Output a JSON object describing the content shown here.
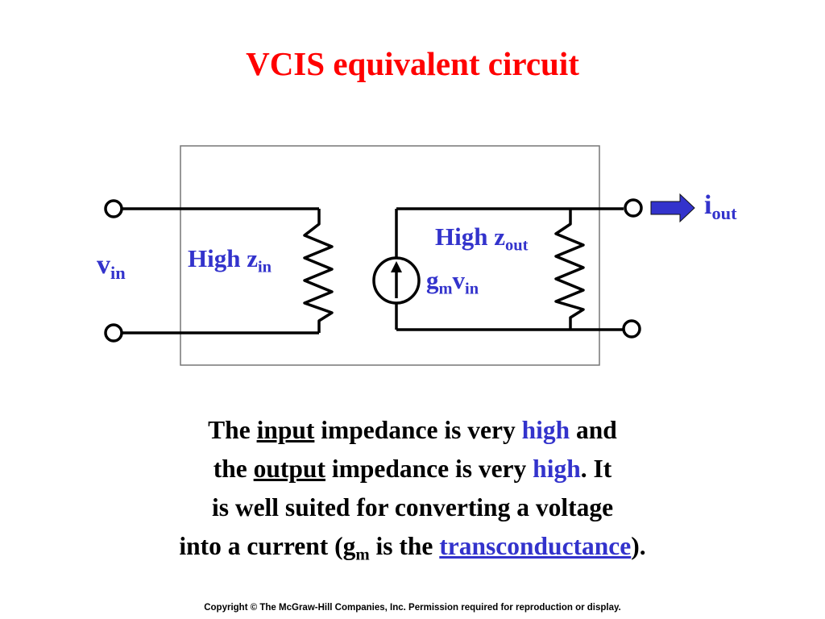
{
  "title": "VCIS equivalent circuit",
  "labels": {
    "vin_main": "v",
    "vin_sub": "in",
    "zin_main": "High z",
    "zin_sub": "in",
    "zout_main": "High z",
    "zout_sub": "out",
    "gm_main": "g",
    "gm_sub": "m",
    "gm_v": "v",
    "gm_v_sub": "in",
    "iout_main": "i",
    "iout_sub": "out"
  },
  "description": {
    "l1_a": "The ",
    "l1_b": "input",
    "l1_c": " impedance is very ",
    "l1_d": "high",
    "l1_e": " and",
    "l2_a": "the ",
    "l2_b": "output",
    "l2_c": " impedance is very ",
    "l2_d": "high",
    "l2_e": ". It",
    "l3": "is well suited for converting a voltage",
    "l4_a": "into a current (g",
    "l4_sub": "m",
    "l4_b": " is the ",
    "l4_c": "transconductance",
    "l4_d": ")."
  },
  "footer": "Copyright © The McGraw-Hill Companies, Inc. Permission required for reproduction or display.",
  "colors": {
    "title": "#ff0000",
    "label_blue": "#3333cc",
    "arrow_fill": "#3333cc"
  }
}
